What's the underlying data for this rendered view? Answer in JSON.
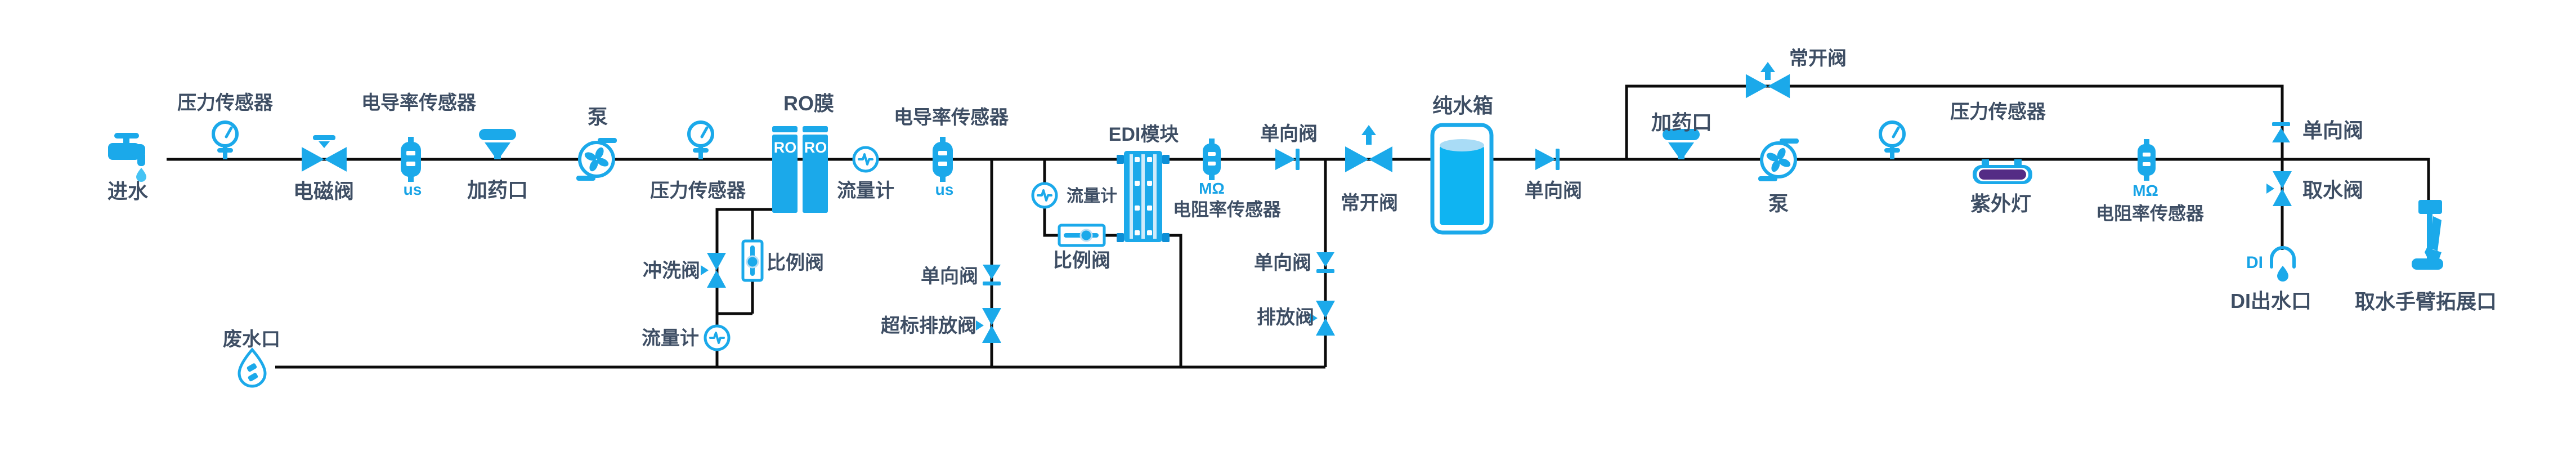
{
  "diagram": {
    "type": "process-flow",
    "system": "RO + EDI water purification line",
    "colors": {
      "icon_blue": "#1BA9EA",
      "port_blue": "#0D8FD6",
      "label_dark": "#3E4E64",
      "pipe_line": "#0b0b0b",
      "uv_purple": "#542C85",
      "tank_water": "#0FB4F2",
      "tank_water_surface": "#A9DCF6",
      "unit_blue": "#17A3E6",
      "background": "#ffffff"
    },
    "labels": {
      "inlet": "进水",
      "pressure_sensor": "压力传感器",
      "solenoid_valve": "电磁阀",
      "conductivity_sensor": "电导率传感器",
      "us_unit": "us",
      "dosing_port": "加药口",
      "pump": "泵",
      "ro_membrane": "RO膜",
      "ro_column": "RO",
      "flow_meter": "流量计",
      "flush_valve": "冲洗阀",
      "proportional_valve": "比例阀",
      "check_valve": "单向阀",
      "excess_discharge_valve": "超标排放阀",
      "waste_port": "废水口",
      "edi_module": "EDI模块",
      "mohm_unit": "MΩ",
      "resistivity_sensor": "电阻率传感器",
      "discharge_valve": "排放阀",
      "normally_open_valve": "常开阀",
      "pure_water_tank": "纯水箱",
      "uv_lamp": "紫外灯",
      "tap_valve": "取水阀",
      "di_unit": "DI",
      "di_outlet": "DI出水口",
      "water_arm_port": "取水手臂拓展口"
    }
  }
}
